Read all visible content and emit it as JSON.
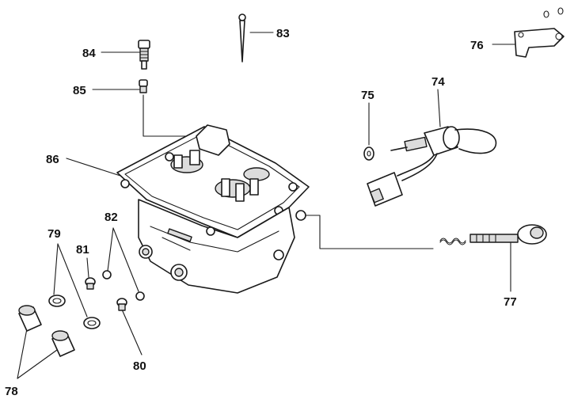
{
  "callouts": {
    "c74": "74",
    "c75": "75",
    "c76": "76",
    "c77": "77",
    "c78": "78",
    "c79": "79",
    "c80": "80",
    "c81": "81",
    "c82": "82",
    "c83": "83",
    "c84": "84",
    "c85": "85",
    "c86": "86"
  }
}
